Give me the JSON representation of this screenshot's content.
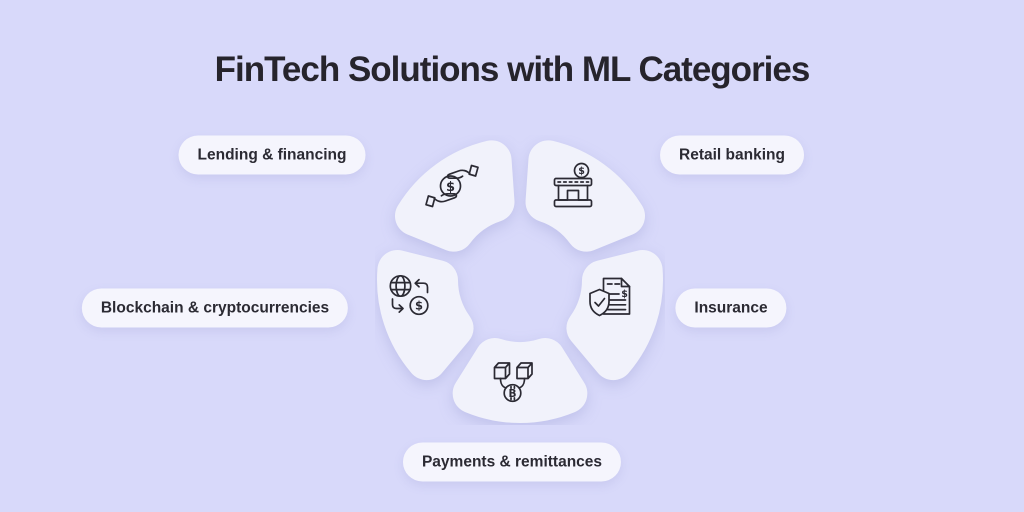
{
  "title": "FinTech Solutions with ML Categories",
  "colors": {
    "background": "#d8d9fa",
    "segment": "#f1f2fb",
    "pill": "#f5f5fd",
    "title_text": "#26242c",
    "pill_text": "#2b2a33",
    "icon_stroke": "#2b2a33"
  },
  "symbols": {
    "dollar": "$",
    "bitcoin": "B"
  },
  "diagram": {
    "type": "circular-ring-5-segments",
    "segments": [
      {
        "label": "Lending & financing",
        "icon": "hand-coin-icon",
        "position": "top-left"
      },
      {
        "label": "Retail banking",
        "icon": "bank-icon",
        "position": "top-right"
      },
      {
        "label": "Blockchain & cryptocurrencies",
        "icon": "globe-exchange-icon",
        "position": "left"
      },
      {
        "label": "Insurance",
        "icon": "shield-document-icon",
        "position": "right"
      },
      {
        "label": "Payments & remittances",
        "icon": "blockchain-bitcoin-icon",
        "position": "bottom"
      }
    ]
  }
}
